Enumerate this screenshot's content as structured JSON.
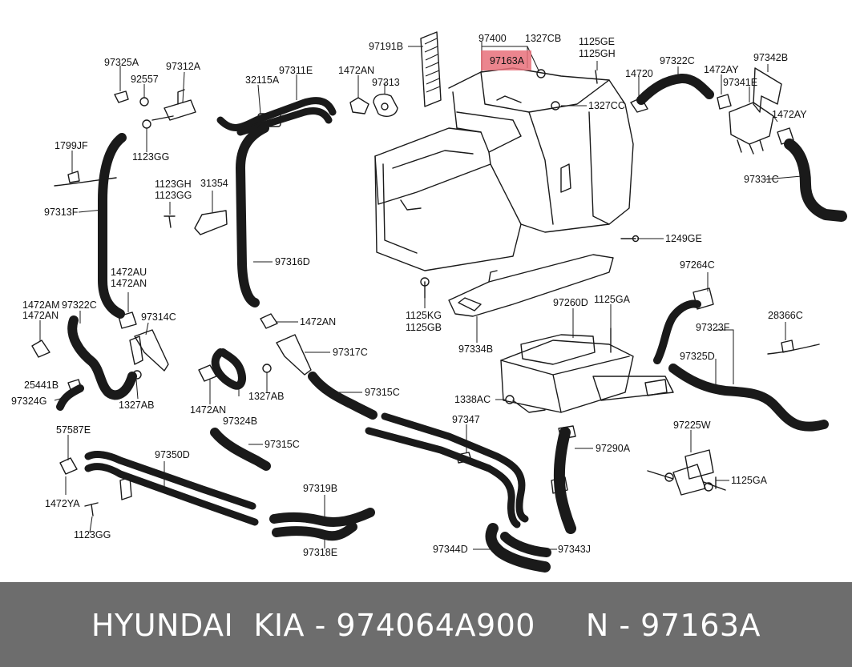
{
  "highlight_color": "#e8707a",
  "footer": {
    "text": "HYUNDAI  KIA - 974064A900     N - 97163A"
  },
  "labels": {
    "p97325A": "97325A",
    "p92557": "92557",
    "p97312A": "97312A",
    "p1123GG_a": "1123GG",
    "p1799JF": "1799JF",
    "p97313F": "97313F",
    "p1123GH": "1123GH",
    "p1123GG_b": "1123GG",
    "p31354": "31354",
    "p32115A": "32115A",
    "p97311E": "97311E",
    "p1472AN_a": "1472AN",
    "p97313": "97313",
    "p97191B": "97191B",
    "p97400": "97400",
    "p1327CB": "1327CB",
    "p97163A": "97163A",
    "p1125GE": "1125GE",
    "p1125GH": "1125GH",
    "p1327CC": "1327CC",
    "p14720": "14720",
    "p97322C_a": "97322C",
    "p1472AY_a": "1472AY",
    "p97342B": "97342B",
    "p97341E": "97341E",
    "p1472AY_b": "1472AY",
    "p97331C": "97331C",
    "p1249GE": "1249GE",
    "p97316D": "97316D",
    "p1472AU": "1472AU",
    "p1472AN_b": "1472AN",
    "p1472AM": "1472AM",
    "p97322C_b": "97322C",
    "p1472AN_c": "1472AN",
    "p97314C": "97314C",
    "p25441B": "25441B",
    "p97324G": "97324G",
    "p1327AB_a": "1327AB",
    "p1472AN_d": "1472AN",
    "p97317C": "97317C",
    "p1327AB_b": "1327AB",
    "p1472AN_e": "1472AN",
    "p97324B": "97324B",
    "p97315C_a": "97315C",
    "p1125KG": "1125KG",
    "p1125GB": "1125GB",
    "p97334B": "97334B",
    "p97264C": "97264C",
    "p97260D": "97260D",
    "p1125GA_a": "1125GA",
    "p28366C": "28366C",
    "p97323F": "97323F",
    "p97325D": "97325D",
    "p1338AC": "1338AC",
    "p97347": "97347",
    "p57587E": "57587E",
    "p97350D": "97350D",
    "p97315C_b": "97315C",
    "p97290A": "97290A",
    "p97225W": "97225W",
    "p1125GA_b": "1125GA",
    "p1472YA": "1472YA",
    "p1123GG_c": "1123GG",
    "p97319B": "97319B",
    "p97318E": "97318E",
    "p97344D": "97344D",
    "p97343J": "97343J"
  }
}
